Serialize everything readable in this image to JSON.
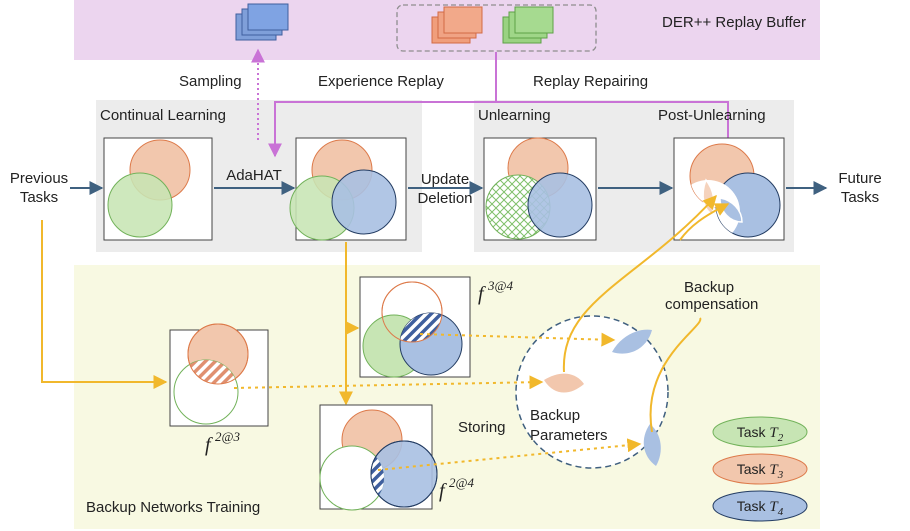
{
  "colors": {
    "buffer_bg": "#ecd5ef",
    "stage_bg": "#ececec",
    "backup_bg": "#f8f9e2",
    "orange_fill": "#f2c7ad",
    "orange_stroke": "#dd7a4a",
    "green_fill": "#c7e5b4",
    "green_stroke": "#72b25a",
    "blue_fill": "#a9c0e2",
    "blue_stroke": "#243d63",
    "arrow_dark": "#3f6180",
    "arrow_yellow": "#f1b82c",
    "arrow_purple": "#c973d6"
  },
  "buffer": {
    "title": "DER++ Replay Buffer"
  },
  "flow": {
    "sampling": "Sampling",
    "experience_replay": "Experience Replay",
    "replay_repairing": "Replay Repairing",
    "previous_tasks": [
      "Previous",
      "Tasks"
    ],
    "future_tasks": [
      "Future",
      "Tasks"
    ],
    "adahat": "AdaHAT",
    "update_deletion": [
      "Update",
      "Deletion"
    ]
  },
  "stages": {
    "continual_learning": "Continual Learning",
    "unlearning": "Unlearning",
    "post_unlearning": "Post-Unlearning"
  },
  "backup": {
    "region_title": "Backup Networks Training",
    "compensation": [
      "Backup",
      "compensation"
    ],
    "storing": "Storing",
    "parameters": [
      "Backup",
      "Parameters"
    ],
    "f23": {
      "base": "f",
      "sup": "2@3"
    },
    "f34": {
      "base": "f",
      "sup": "3@4"
    },
    "f24": {
      "base": "f",
      "sup": "2@4"
    }
  },
  "legend": [
    {
      "prefix": "Task ",
      "var": "T",
      "sub": "2",
      "color": "green"
    },
    {
      "prefix": "Task ",
      "var": "T",
      "sub": "3",
      "color": "orange"
    },
    {
      "prefix": "Task ",
      "var": "T",
      "sub": "4",
      "color": "blue"
    }
  ]
}
